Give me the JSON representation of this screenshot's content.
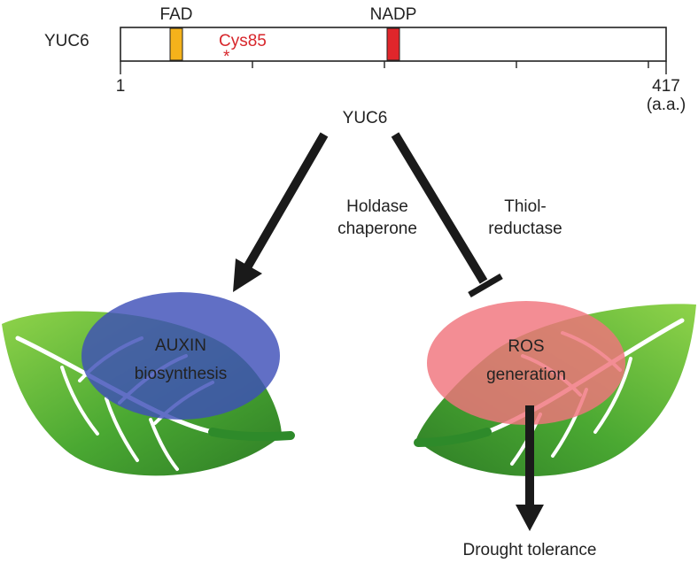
{
  "domain_map": {
    "protein_name": "YUC6",
    "fad_label": "FAD",
    "nadp_label": "NADP",
    "cys_label": "Cys85",
    "cys_marker": "*",
    "start_pos": "1",
    "end_pos": "417",
    "unit": "(a.a.)"
  },
  "pathway": {
    "center_label": "YUC6",
    "left_function": [
      "Holdase",
      "chaperone"
    ],
    "right_function": [
      "Thiol-",
      "reductase"
    ],
    "left_outcome": [
      "AUXIN",
      "biosynthesis"
    ],
    "right_outcome": [
      "ROS",
      "generation"
    ],
    "final_outcome": "Drought tolerance"
  },
  "colors": {
    "fad": "#f5b21b",
    "nadp": "#e0262b",
    "cys": "#d7262b",
    "auxin_ellipse": "#3e4fb8",
    "ros_ellipse": "#f0747c",
    "leaf_green": "#4aa832",
    "arrow": "#1a1a1a"
  }
}
